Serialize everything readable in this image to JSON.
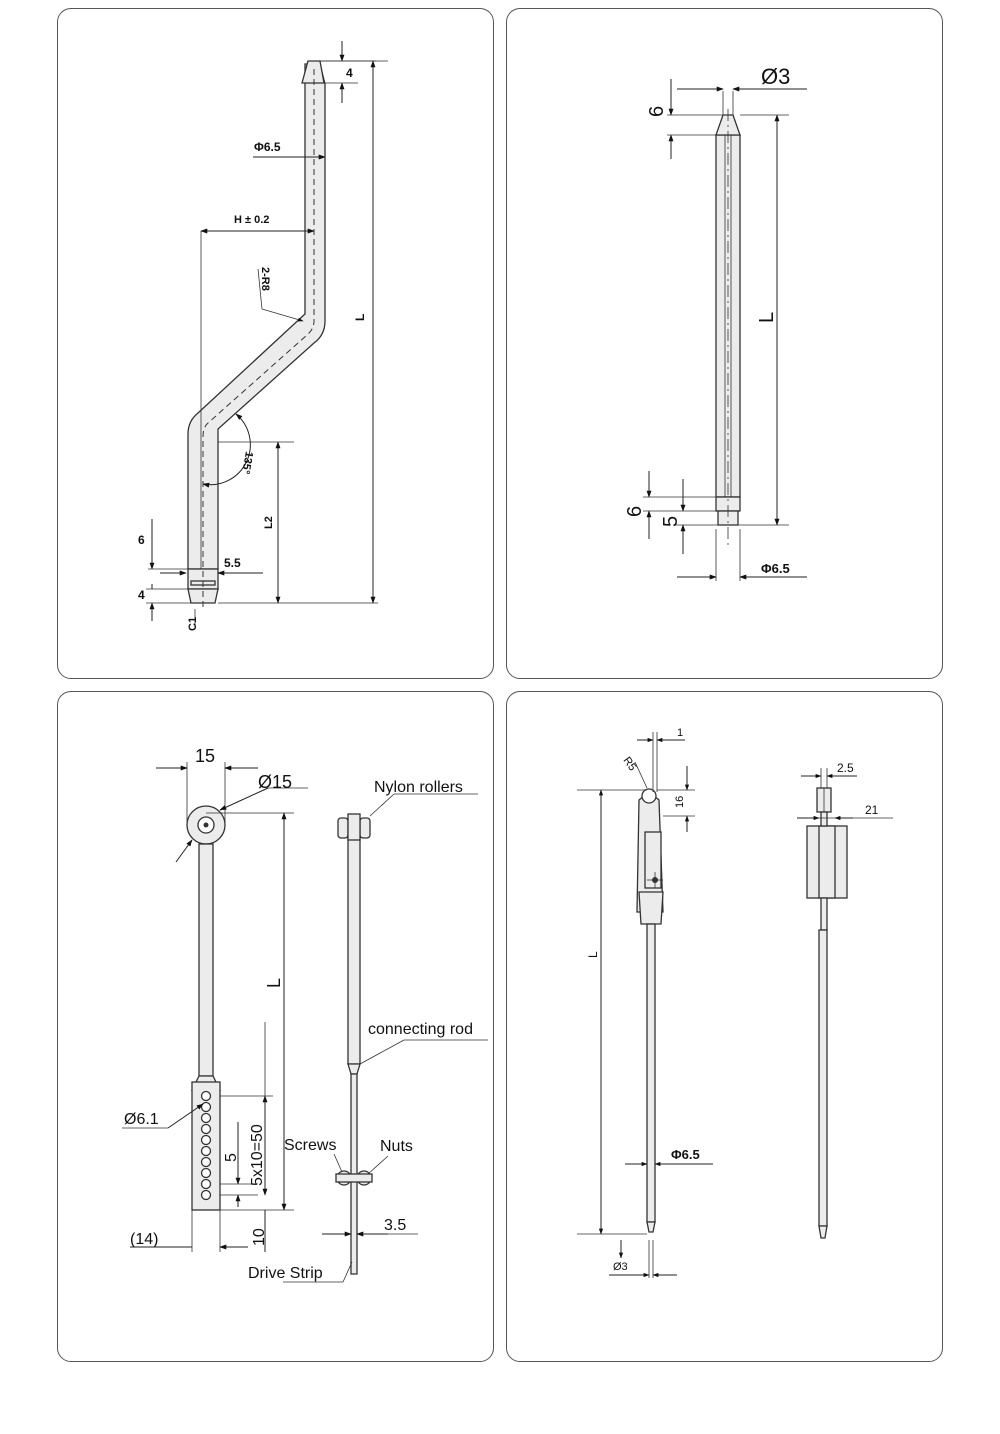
{
  "panels": {
    "p1": {
      "labels": {
        "d4_top": "4",
        "phi65": "Φ6.5",
        "h": "H ± 0.2",
        "r": "2-R8",
        "l": "L",
        "angle": "135°",
        "l2": "L2",
        "d6": "6",
        "d55": "5.5",
        "d4_bot": "4",
        "c1": "C1"
      }
    },
    "p2": {
      "labels": {
        "phi3": "Ø3",
        "d6_top": "6",
        "l": "L",
        "d6_bot": "6",
        "d5": "5",
        "phi65": "Φ6.5"
      }
    },
    "p3": {
      "labels": {
        "d15": "15",
        "phi15": "Ø15",
        "l": "L",
        "phi61": "Ø6.1",
        "d5": "5",
        "d5x10": "5x10=50",
        "d10": "10",
        "d14": "(14)",
        "nylon": "Nylon rollers",
        "rod": "connecting rod",
        "screws": "Screws",
        "nuts": "Nuts",
        "d35": "3.5",
        "strip": "Drive Strip"
      }
    },
    "p4": {
      "labels": {
        "r5": "R5",
        "d1": "1",
        "d16": "16",
        "l": "L",
        "phi65": "Φ6.5",
        "phi3": "Ø3",
        "d25": "2.5",
        "d21": "21"
      }
    }
  }
}
